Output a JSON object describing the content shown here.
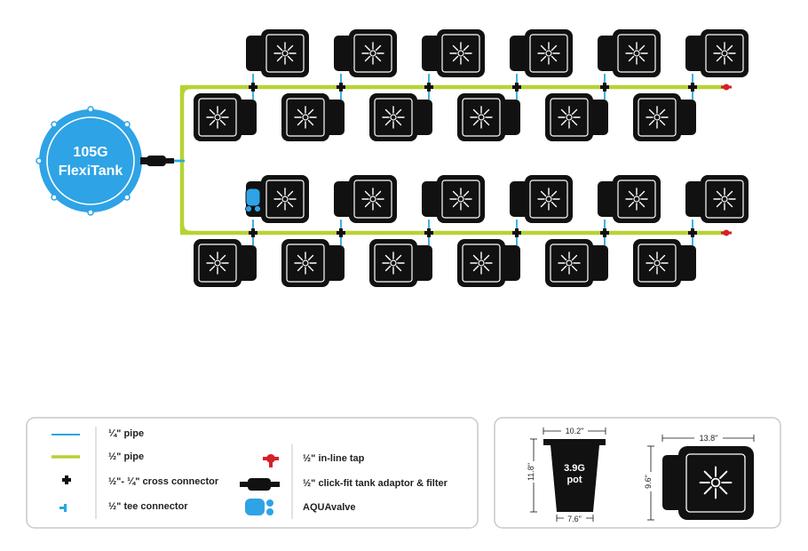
{
  "colors": {
    "pipe_quarter": "#2aa7e0",
    "pipe_half": "#b5d334",
    "tank": "#2ea3e6",
    "tap": "#d6202a",
    "pot": "#111111",
    "aquavalve": "#2ea3e6"
  },
  "tank": {
    "line1": "105G",
    "line2": "FlexiTank"
  },
  "layout": {
    "rows": 2,
    "pots_top_per_row": 6,
    "pots_bottom_per_row": 6,
    "total_pots": 24
  },
  "legend": {
    "items": [
      {
        "icon": "quarter-pipe",
        "label": "¼\" pipe"
      },
      {
        "icon": "half-pipe",
        "label": "½\" pipe"
      },
      {
        "icon": "cross-connector",
        "label": "½\"- ¼\" cross connector"
      },
      {
        "icon": "tee-connector",
        "label": "½\" tee connector"
      },
      {
        "icon": "in-line-tap",
        "label": "½\" in-line tap"
      },
      {
        "icon": "tank-adaptor-filter",
        "label": "½\" click-fit tank adaptor & filter"
      },
      {
        "icon": "aquavalve",
        "label": "AQUAvalve"
      }
    ]
  },
  "dimensions": {
    "pot_label_line1": "3.9G",
    "pot_label_line2": "pot",
    "top_width": "10.2\"",
    "height": "11.8\"",
    "bottom_width": "7.6\"",
    "tray_width": "13.8\"",
    "tray_depth": "9.6\""
  }
}
